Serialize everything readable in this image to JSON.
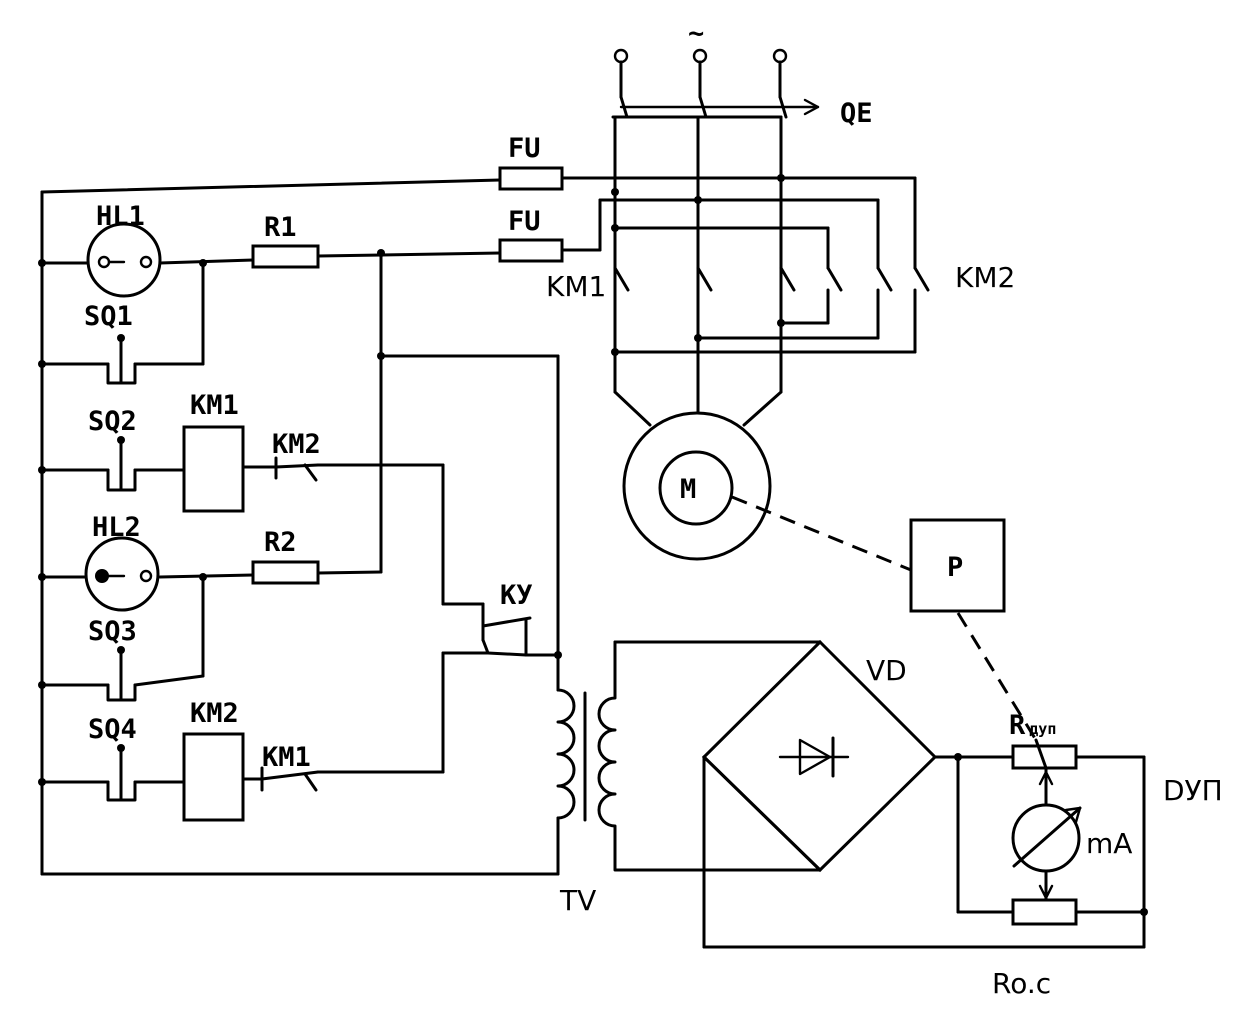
{
  "labels": {
    "ac": "~",
    "qe": "QE",
    "fu_top": "FU",
    "fu_bottom": "FU",
    "km1_contacts": "KM1",
    "km2_contacts": "KM2",
    "hl1": "HL1",
    "r1": "R1",
    "sq1": "SQ1",
    "sq2": "SQ2",
    "km1_coil": "KM1",
    "km2_nc_contact_top": "KM2",
    "hl2": "HL2",
    "r2": "R2",
    "sq3": "SQ3",
    "ku": "KУ",
    "sq4": "SQ4",
    "km2_coil": "KM2",
    "km1_nc_contact_bottom": "KM1",
    "motor": "M",
    "p": "P",
    "vd": "VD",
    "tv": "TV",
    "r_dup_main": "R",
    "r_dup_sub": "дуп",
    "dup": "DУП",
    "ma": "mA",
    "r_os": "Ro.c"
  }
}
